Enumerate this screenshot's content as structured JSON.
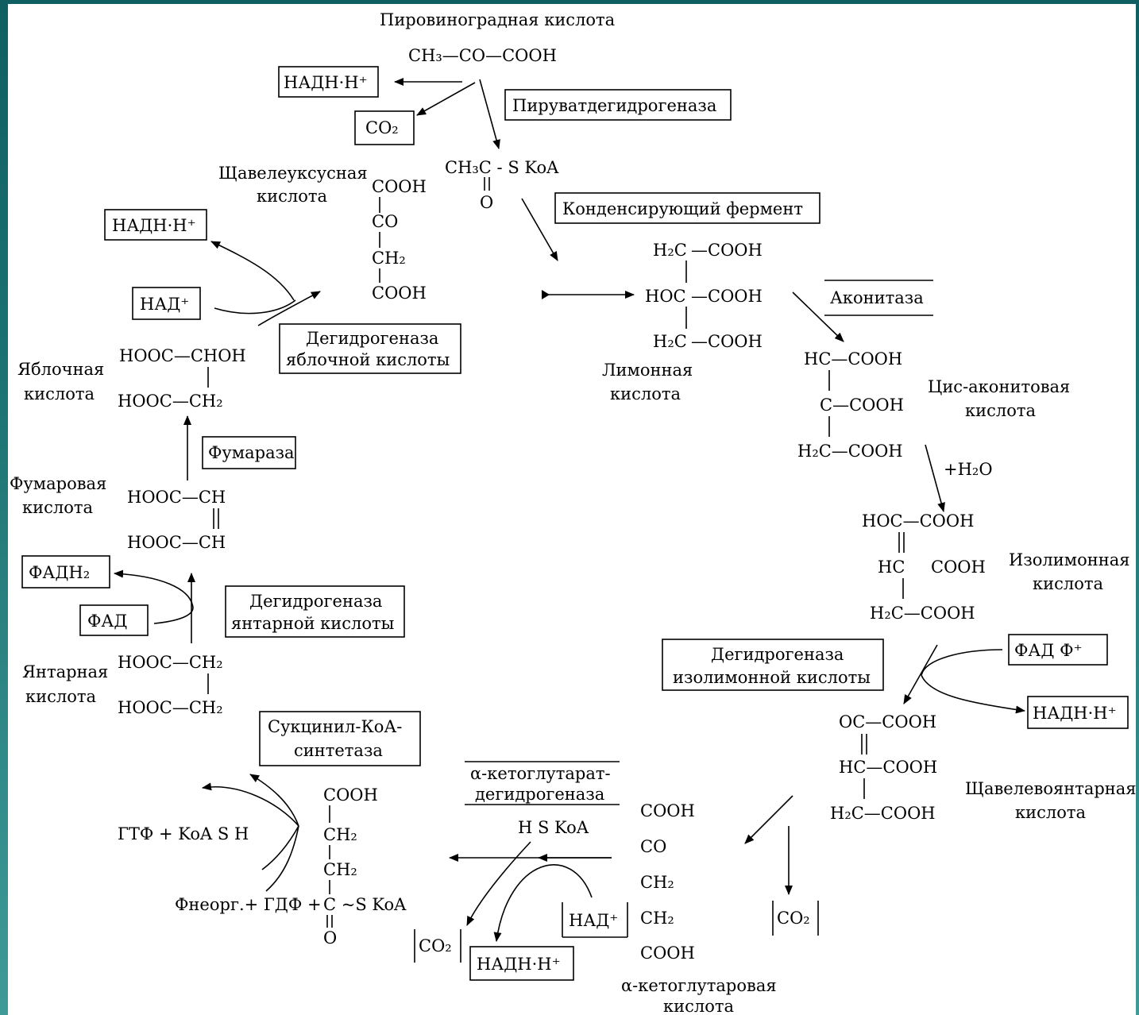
{
  "labels": {
    "pyruvic_acid": "Пировиноградная кислота",
    "pyruvic_formula": "CH₃—CO—COOH",
    "nadh_top": "НАДН·Н⁺",
    "co2_top": "CO₂",
    "pyruvate_dh": "Пируватдегидрогеназа",
    "acetyl_coa": "CH₃C - S KoA",
    "acetyl_o": "O",
    "condensing": "Конденсирующий фермент",
    "oxaloacetic_1": "Щавелеуксусная",
    "oxaloacetic_2": "кислота",
    "oa_cooh1": "COOH",
    "oa_co": "CO",
    "oa_ch2": "CH₂",
    "oa_cooh2": "COOH",
    "nadh_left": "НАДН·Н⁺",
    "nad_left": "НАД⁺",
    "malate_dh_1": "Дегидрогеназа",
    "malate_dh_2": "яблочной кислоты",
    "cit_l1a": "H₂C",
    "cit_l1b": "—COOH",
    "cit_l2a": "HOC",
    "cit_l2b": "—COOH",
    "cit_l3a": "H₂C",
    "cit_l3b": "—COOH",
    "citric_1": "Лимонная",
    "citric_2": "кислота",
    "aconitase": "Аконитаза",
    "cis_l1": "HC—COOH",
    "cis_l2": "C—COOH",
    "cis_l3": "H₂C—COOH",
    "cis_name_1": "Цис-аконитовая",
    "cis_name_2": "кислота",
    "plus_h2o": "+H₂O",
    "iso_l1": "HOC—COOH",
    "iso_l2a": "HC",
    "iso_l2b": "COOH",
    "iso_l3": "H₂C—COOH",
    "iso_name_1": "Изолимонная",
    "iso_name_2": "кислота",
    "iso_dh_1": "Дегидрогеназа",
    "iso_dh_2": "изолимонной кислоты",
    "fad_f": "ФАД Ф⁺",
    "nadh_right": "НАДН·Н⁺",
    "os_l1": "OC—COOH",
    "os_l2": "HC—COOH",
    "os_l3": "H₂C—COOH",
    "oxalosucc_1": "Щавелевоянтарная",
    "oxalosucc_2": "кислота",
    "co2_right": "CO₂",
    "akg_l1": "COOH",
    "akg_l2": "CO",
    "akg_l3": "CH₂",
    "akg_l4": "CH₂",
    "akg_l5": "COOH",
    "akg_name_1": "α-кетоглутаровая",
    "akg_name_2": "кислота",
    "akg_dh_1": "α-кетоглутарат-",
    "akg_dh_2": "дегидрогеназа",
    "hskoa": "H S KoA",
    "nad_bottom": "НАД⁺",
    "co2_bottom": "CO₂",
    "nadh_bottom": "НАДН·Н⁺",
    "sc_l1": "COOH",
    "sc_l2": "CH₂",
    "sc_l3": "CH₂",
    "sc_l4": "C ~S KoA",
    "sc_l5": "O",
    "succ_syn_1": "Сукцинил-КоА-",
    "succ_syn_2": "синтетаза",
    "gtf_line": "ГТФ + KoA S H",
    "pinorg": "Фнеорг.+ ГДФ +",
    "succ_l1": "HOOC—CH₂",
    "succ_l2": "HOOC—CH₂",
    "succinic_1": "Янтарная",
    "succinic_2": "кислота",
    "fadh2": "ФАДН₂",
    "fad": "ФАД",
    "succ_dh_1": "Дегидрогеназа",
    "succ_dh_2": "янтарной кислоты",
    "fum_l1": "HOOC—CH",
    "fum_l2": "HOOC—CH",
    "fumaric_1": "Фумаровая",
    "fumaric_2": "кислота",
    "fumarase": "Фумараза",
    "mal_l1": "HOOC—CHOH",
    "mal_l2": "HOOC—CH₂",
    "malic_1": "Яблочная",
    "malic_2": "кислота"
  },
  "colors": {
    "frame": "#1a6e6e",
    "canvas": "#ffffff",
    "ink": "#000000"
  }
}
